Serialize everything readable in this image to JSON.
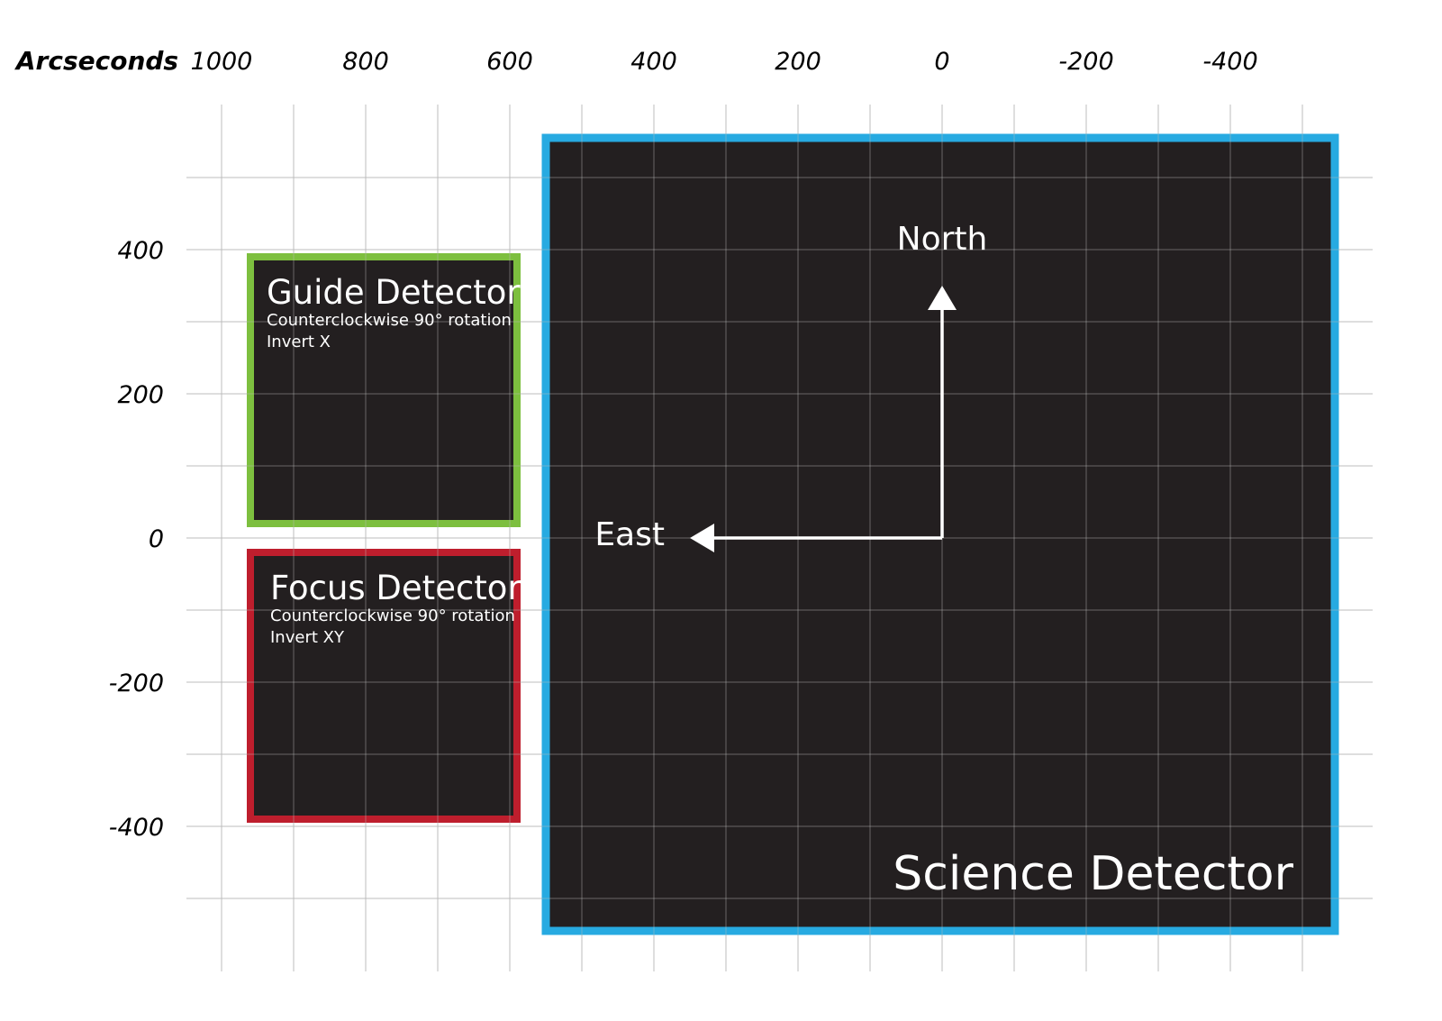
{
  "axis": {
    "title": "Arcseconds",
    "x_ticks": [
      "1000",
      "800",
      "600",
      "400",
      "200",
      "0",
      "-200",
      "-400"
    ],
    "y_ticks": [
      "400",
      "200",
      "0",
      "-200",
      "-400"
    ]
  },
  "detectors": {
    "guide": {
      "title": "Guide Detector",
      "notes": [
        "Counterclockwise 90° rotation",
        "Invert X"
      ],
      "border_color": "#7dbf3f",
      "x_range_arcsec": [
        960,
        590
      ],
      "y_range_arcsec": [
        390,
        20
      ]
    },
    "focus": {
      "title": "Focus Detector",
      "notes": [
        "Counterclockwise 90° rotation",
        "Invert XY"
      ],
      "border_color": "#be1e2d",
      "x_range_arcsec": [
        960,
        590
      ],
      "y_range_arcsec": [
        -20,
        -390
      ]
    },
    "science": {
      "title": "Science Detector",
      "border_color": "#27aae1",
      "x_range_arcsec": [
        550,
        -545
      ],
      "y_range_arcsec": [
        555,
        -545
      ]
    }
  },
  "compass": {
    "north_label": "North",
    "east_label": "East",
    "origin_arcsec": [
      0,
      0
    ],
    "arrow_length_arcsec": 350
  },
  "colors": {
    "detector_fill": "#231f20",
    "grid": "#bcbcbc",
    "arrow": "#ffffff"
  }
}
